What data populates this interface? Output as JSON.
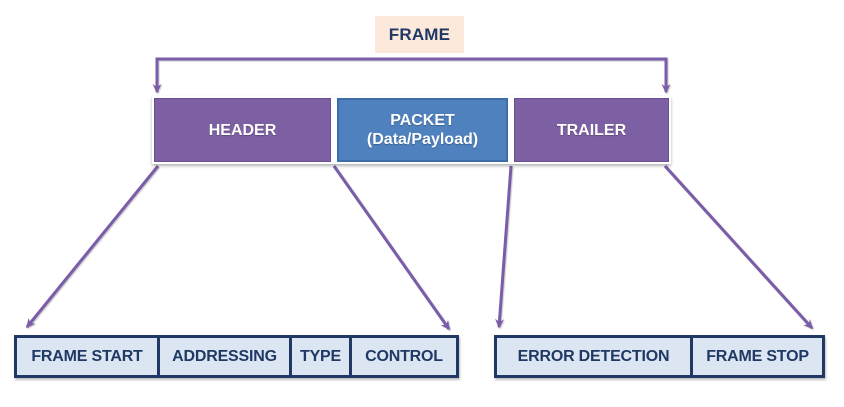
{
  "diagram": {
    "title": "FRAME",
    "frame_sections": [
      {
        "id": "header",
        "label": "HEADER"
      },
      {
        "id": "packet",
        "label": "PACKET",
        "sublabel": "(Data/Payload)"
      },
      {
        "id": "trailer",
        "label": "TRAILER"
      }
    ],
    "header_fields": [
      "FRAME START",
      "ADDRESSING",
      "TYPE",
      "CONTROL"
    ],
    "trailer_fields": [
      "ERROR DETECTION",
      "FRAME STOP"
    ],
    "connectors": [
      "frame-to-header-and-trailer-bracket",
      "header-to-frame-start",
      "header-to-control",
      "trailer-to-error-detection",
      "trailer-to-frame-stop"
    ],
    "colors": {
      "section_purple": "#7D60A3",
      "section_blue": "#4E81BD",
      "arrow_purple": "#7A5CA8",
      "field_cell_bg": "#DCE6F2",
      "navy_text_border": "#1F3864",
      "frame_label_bg": "#FCE9DB"
    }
  }
}
